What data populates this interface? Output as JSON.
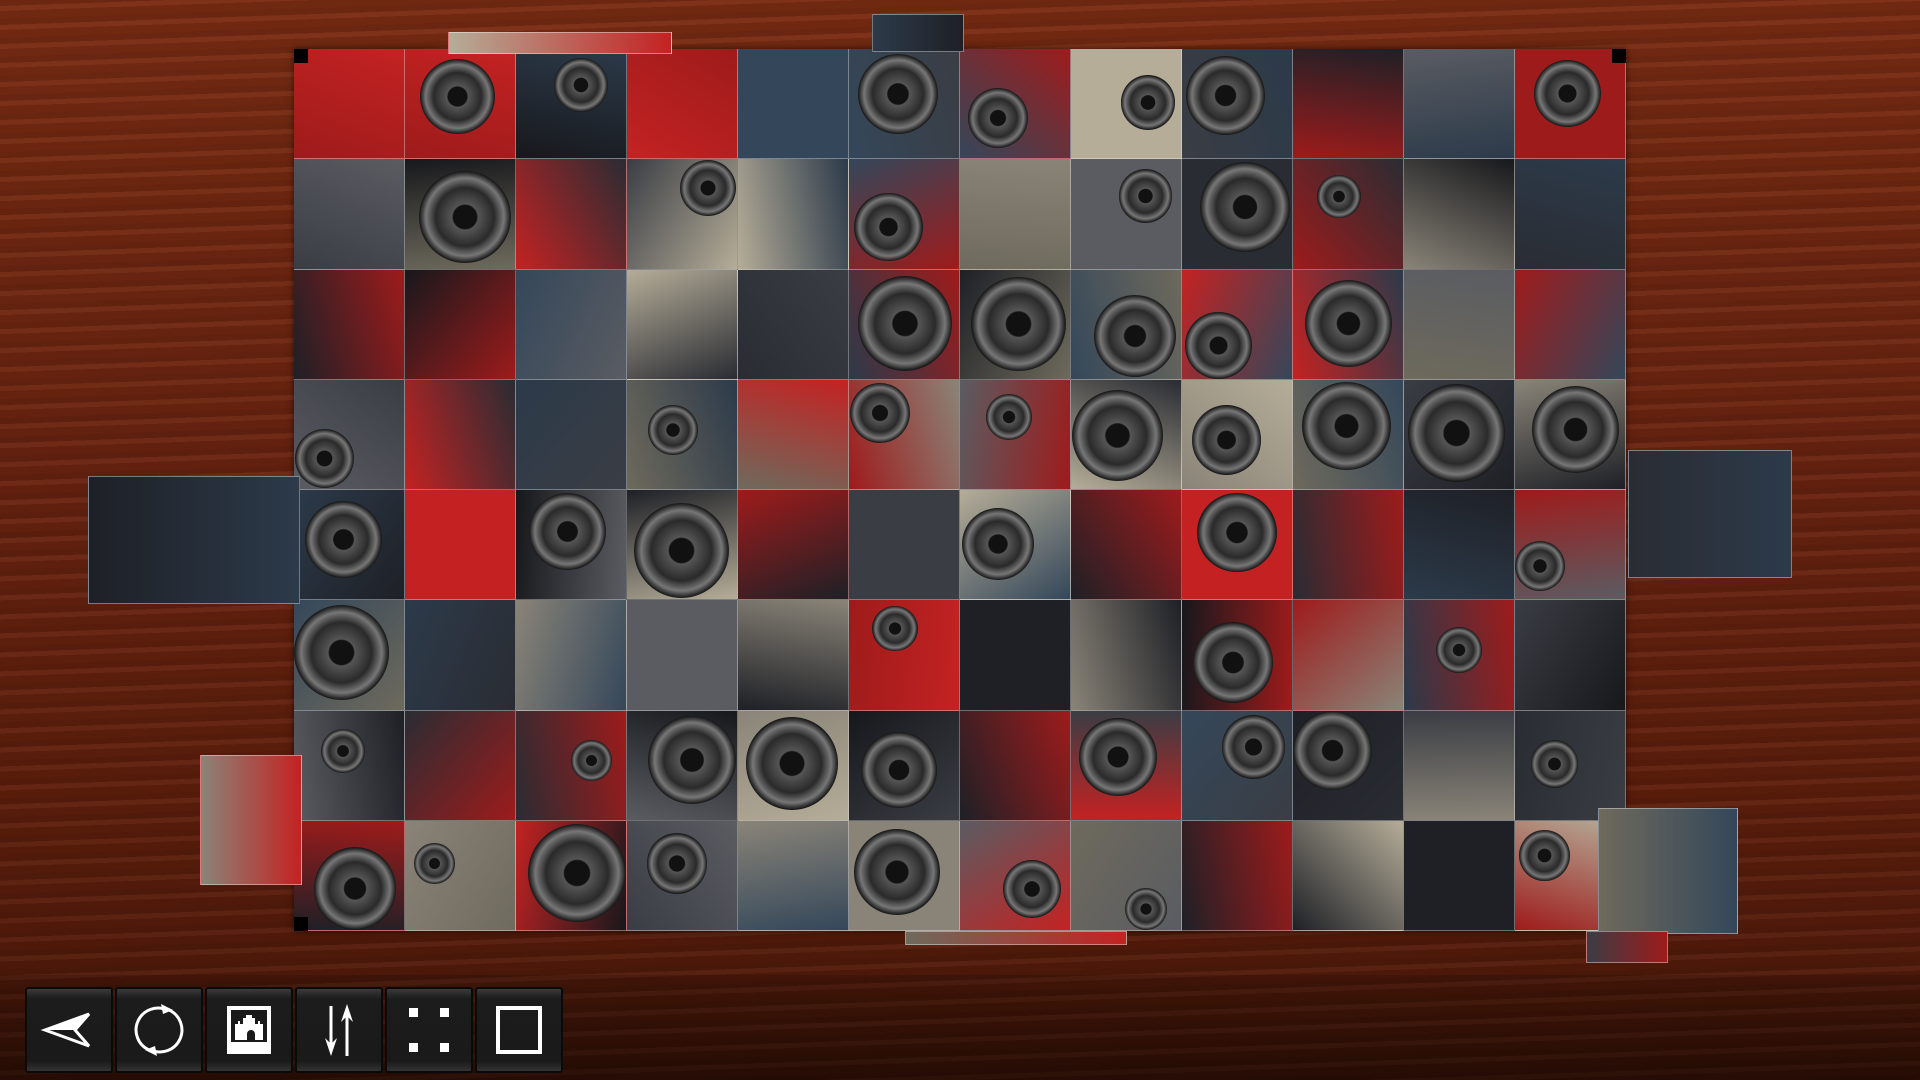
{
  "game": {
    "type": "jigsaw-puzzle",
    "picture": "boombox-collage"
  },
  "toolbar": {
    "buttons": [
      {
        "name": "back-button",
        "icon": "arrow-left-icon"
      },
      {
        "name": "rotate-button",
        "icon": "refresh-icon"
      },
      {
        "name": "preview-image-button",
        "icon": "castle-picture-icon"
      },
      {
        "name": "sort-pieces-button",
        "icon": "up-down-arrows-icon"
      },
      {
        "name": "scatter-pieces-button",
        "icon": "four-dots-icon"
      },
      {
        "name": "edge-pieces-button",
        "icon": "square-icon"
      }
    ]
  },
  "colors": {
    "wood": "#6b2410",
    "toolbar": "#1a1a1a",
    "icon": "#ffffff"
  }
}
